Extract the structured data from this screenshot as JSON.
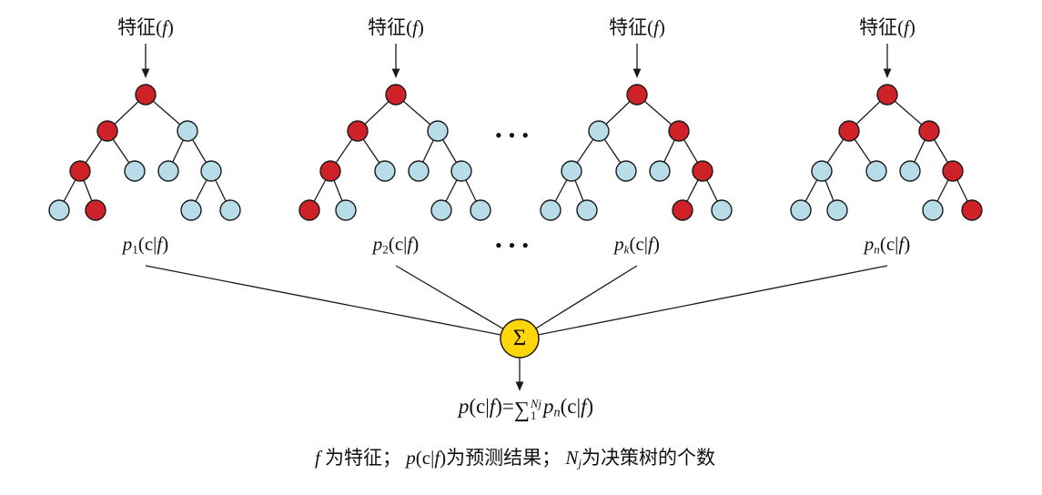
{
  "diagram": {
    "colors": {
      "red": "#cf2128",
      "blue": "#b8dde8",
      "stroke": "#1a1a1a",
      "sum_fill": "#ffd60a"
    },
    "feature_label": [
      {
        "t": "特征("
      },
      {
        "t": "f",
        "s": "i"
      },
      {
        "t": ")"
      }
    ],
    "trees": [
      {
        "name": "tree-1",
        "node_colors": [
          "red",
          "red",
          "blue",
          "red",
          "blue",
          "blue",
          "blue",
          "blue",
          "red",
          "blue",
          "blue"
        ],
        "prob_label": [
          {
            "t": "p",
            "s": "i"
          },
          {
            "t": "1",
            "s": "sub"
          },
          {
            "t": "(c|"
          },
          {
            "t": "f",
            "s": "i"
          },
          {
            "t": ")"
          }
        ]
      },
      {
        "name": "tree-2",
        "node_colors": [
          "red",
          "red",
          "blue",
          "red",
          "blue",
          "blue",
          "blue",
          "red",
          "blue",
          "blue",
          "blue"
        ],
        "prob_label": [
          {
            "t": "p",
            "s": "i"
          },
          {
            "t": "2",
            "s": "sub"
          },
          {
            "t": "(c|"
          },
          {
            "t": "f",
            "s": "i"
          },
          {
            "t": ")"
          }
        ]
      },
      {
        "name": "tree-3",
        "node_colors": [
          "red",
          "blue",
          "red",
          "blue",
          "blue",
          "blue",
          "red",
          "blue",
          "blue",
          "red",
          "blue"
        ],
        "prob_label": [
          {
            "t": "p",
            "s": "i"
          },
          {
            "t": "k",
            "s": "subi"
          },
          {
            "t": "(c|"
          },
          {
            "t": "f",
            "s": "i"
          },
          {
            "t": ")"
          }
        ]
      },
      {
        "name": "tree-4",
        "node_colors": [
          "red",
          "red",
          "red",
          "blue",
          "blue",
          "blue",
          "red",
          "blue",
          "blue",
          "blue",
          "red"
        ],
        "prob_label": [
          {
            "t": "p",
            "s": "i"
          },
          {
            "t": "n",
            "s": "subi"
          },
          {
            "t": "(c|"
          },
          {
            "t": "f",
            "s": "i"
          },
          {
            "t": ")"
          }
        ]
      }
    ],
    "ellipsis": "•••",
    "sum_symbol": "Σ",
    "formula": [
      {
        "t": "p",
        "s": "i"
      },
      {
        "t": "(c|"
      },
      {
        "t": "f",
        "s": "i"
      },
      {
        "t": ")="
      },
      {
        "op": "∑",
        "sup": "Nj",
        "sub": "1"
      },
      {
        "t": "p",
        "s": "i"
      },
      {
        "t": "n",
        "s": "subi"
      },
      {
        "t": "(c|"
      },
      {
        "t": "f",
        "s": "i"
      },
      {
        "t": ")"
      }
    ],
    "caption": [
      {
        "t": "f ",
        "s": "i"
      },
      {
        "t": "为特征；  "
      },
      {
        "t": "p",
        "s": "i"
      },
      {
        "t": "(c|"
      },
      {
        "t": "f",
        "s": "i"
      },
      {
        "t": ")为预测结果；  "
      },
      {
        "t": "N",
        "s": "i"
      },
      {
        "t": "j",
        "s": "subi"
      },
      {
        "t": "为决策树的个数"
      }
    ]
  }
}
